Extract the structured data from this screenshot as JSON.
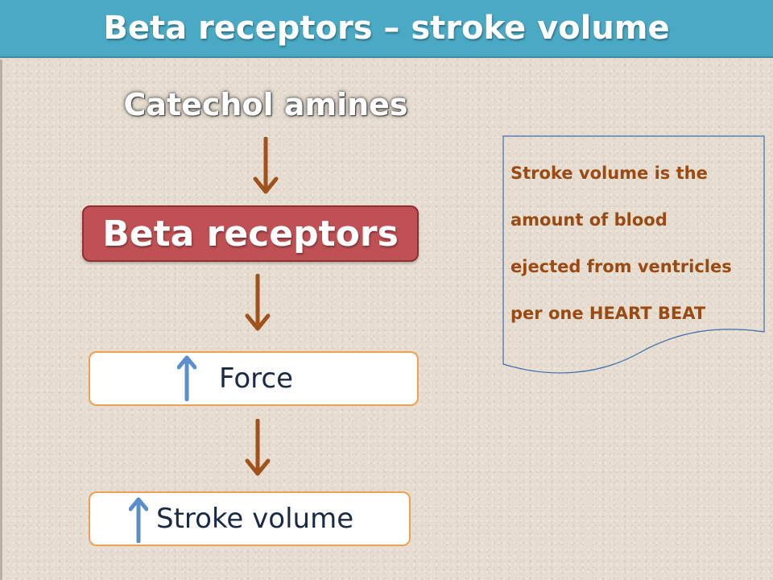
{
  "slide": {
    "title": "Beta receptors – stroke volume"
  },
  "flow": {
    "source": "Catechol amines",
    "receptor": "Beta receptors",
    "effect_1": "Force",
    "effect_2": "Stroke volume"
  },
  "note": {
    "lines": [
      "Stroke volume is the",
      "amount of blood",
      "ejected from ventricles",
      "per one HEART BEAT"
    ]
  },
  "colors": {
    "header": "#4aa9c4",
    "receptor_box": "#bf5054",
    "flow_arrow": "#a0521d",
    "up_arrow": "#5b8fcb",
    "effect_border": "#f0a050",
    "note_text": "#9a4a12"
  },
  "icons": {
    "flow_arrow": "arrow-down-icon",
    "increase": "arrow-up-icon"
  }
}
